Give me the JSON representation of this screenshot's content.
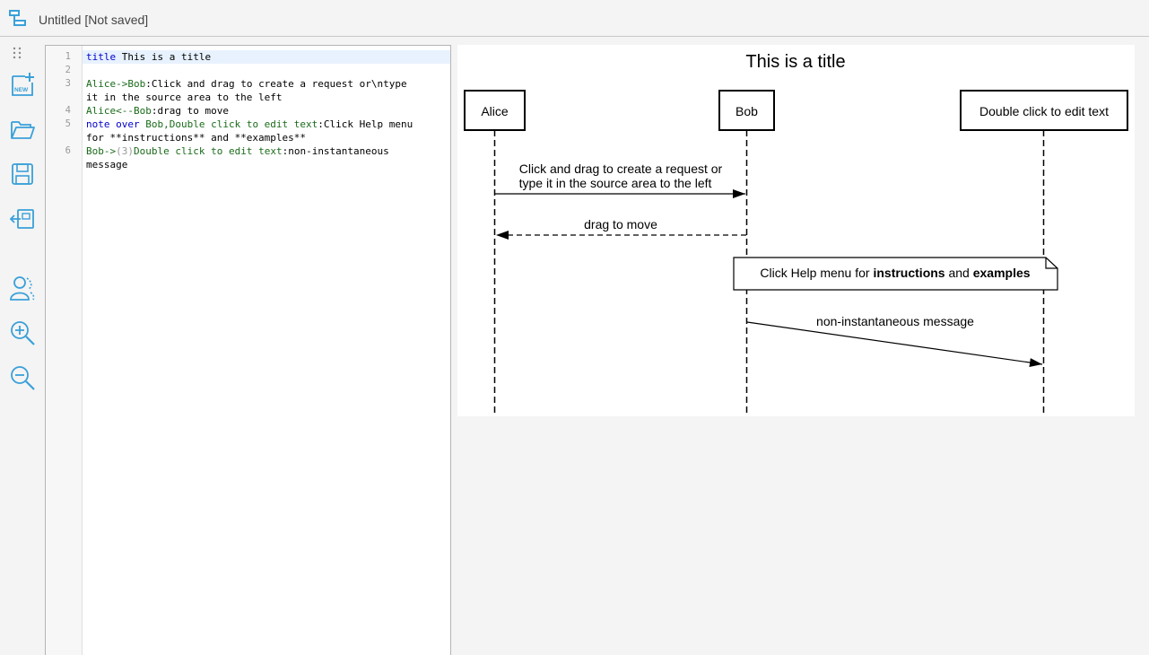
{
  "window": {
    "title": "Untitled [Not saved]"
  },
  "toolbar": {
    "items": [
      {
        "name": "new-document-icon",
        "label": "NEW"
      },
      {
        "name": "open-folder-icon"
      },
      {
        "name": "save-icon"
      },
      {
        "name": "export-icon"
      },
      {
        "name": "theme-user-icon"
      },
      {
        "name": "zoom-in-icon"
      },
      {
        "name": "zoom-out-icon"
      }
    ],
    "icon_color": "#3aa0d8"
  },
  "editor": {
    "line_numbers": [
      "1",
      "2",
      "3",
      "",
      "4",
      "5",
      "",
      "6",
      ""
    ],
    "lines": [
      {
        "segments": [
          {
            "t": "title",
            "c": "kw"
          },
          {
            "t": " This is a title",
            "c": ""
          }
        ]
      },
      {
        "segments": []
      },
      {
        "segments": [
          {
            "t": "Alice->Bob",
            "c": "nm"
          },
          {
            "t": ":Click and drag to create a request or\\ntype",
            "c": ""
          }
        ]
      },
      {
        "segments": [
          {
            "t": "it in the source area to the left",
            "c": ""
          }
        ]
      },
      {
        "segments": [
          {
            "t": "Alice<--Bob",
            "c": "nm"
          },
          {
            "t": ":drag to move",
            "c": ""
          }
        ]
      },
      {
        "segments": [
          {
            "t": "note over ",
            "c": "kw"
          },
          {
            "t": "Bob,Double click to edit text",
            "c": "nm"
          },
          {
            "t": ":Click Help menu",
            "c": ""
          }
        ]
      },
      {
        "segments": [
          {
            "t": "for **instructions** and **examples**",
            "c": ""
          }
        ]
      },
      {
        "segments": [
          {
            "t": "Bob->",
            "c": "nm"
          },
          {
            "t": "(3)",
            "c": "dim"
          },
          {
            "t": "Double click to edit text",
            "c": "nm"
          },
          {
            "t": ":non-instantaneous",
            "c": ""
          }
        ]
      },
      {
        "segments": [
          {
            "t": "message",
            "c": ""
          }
        ]
      }
    ]
  },
  "diagram": {
    "title": "This is a title",
    "actors": [
      "Alice",
      "Bob",
      "Double click to edit text"
    ],
    "messages": [
      {
        "from": "Alice",
        "to": "Bob",
        "style": "solid",
        "lines": [
          "Click and drag to create a request or",
          "type it in the source area to the left"
        ]
      },
      {
        "from": "Bob",
        "to": "Alice",
        "style": "dashed",
        "lines": [
          "drag to move"
        ]
      },
      {
        "from": "Bob",
        "to": "Double click to edit text",
        "style": "solid",
        "delay": 3,
        "lines": [
          "non-instantaneous message"
        ]
      }
    ],
    "note": {
      "over": "Bob,Double click to edit text",
      "prefix": "Click Help menu for ",
      "bold1": "instructions",
      "middle": " and ",
      "bold2": "examples"
    }
  }
}
